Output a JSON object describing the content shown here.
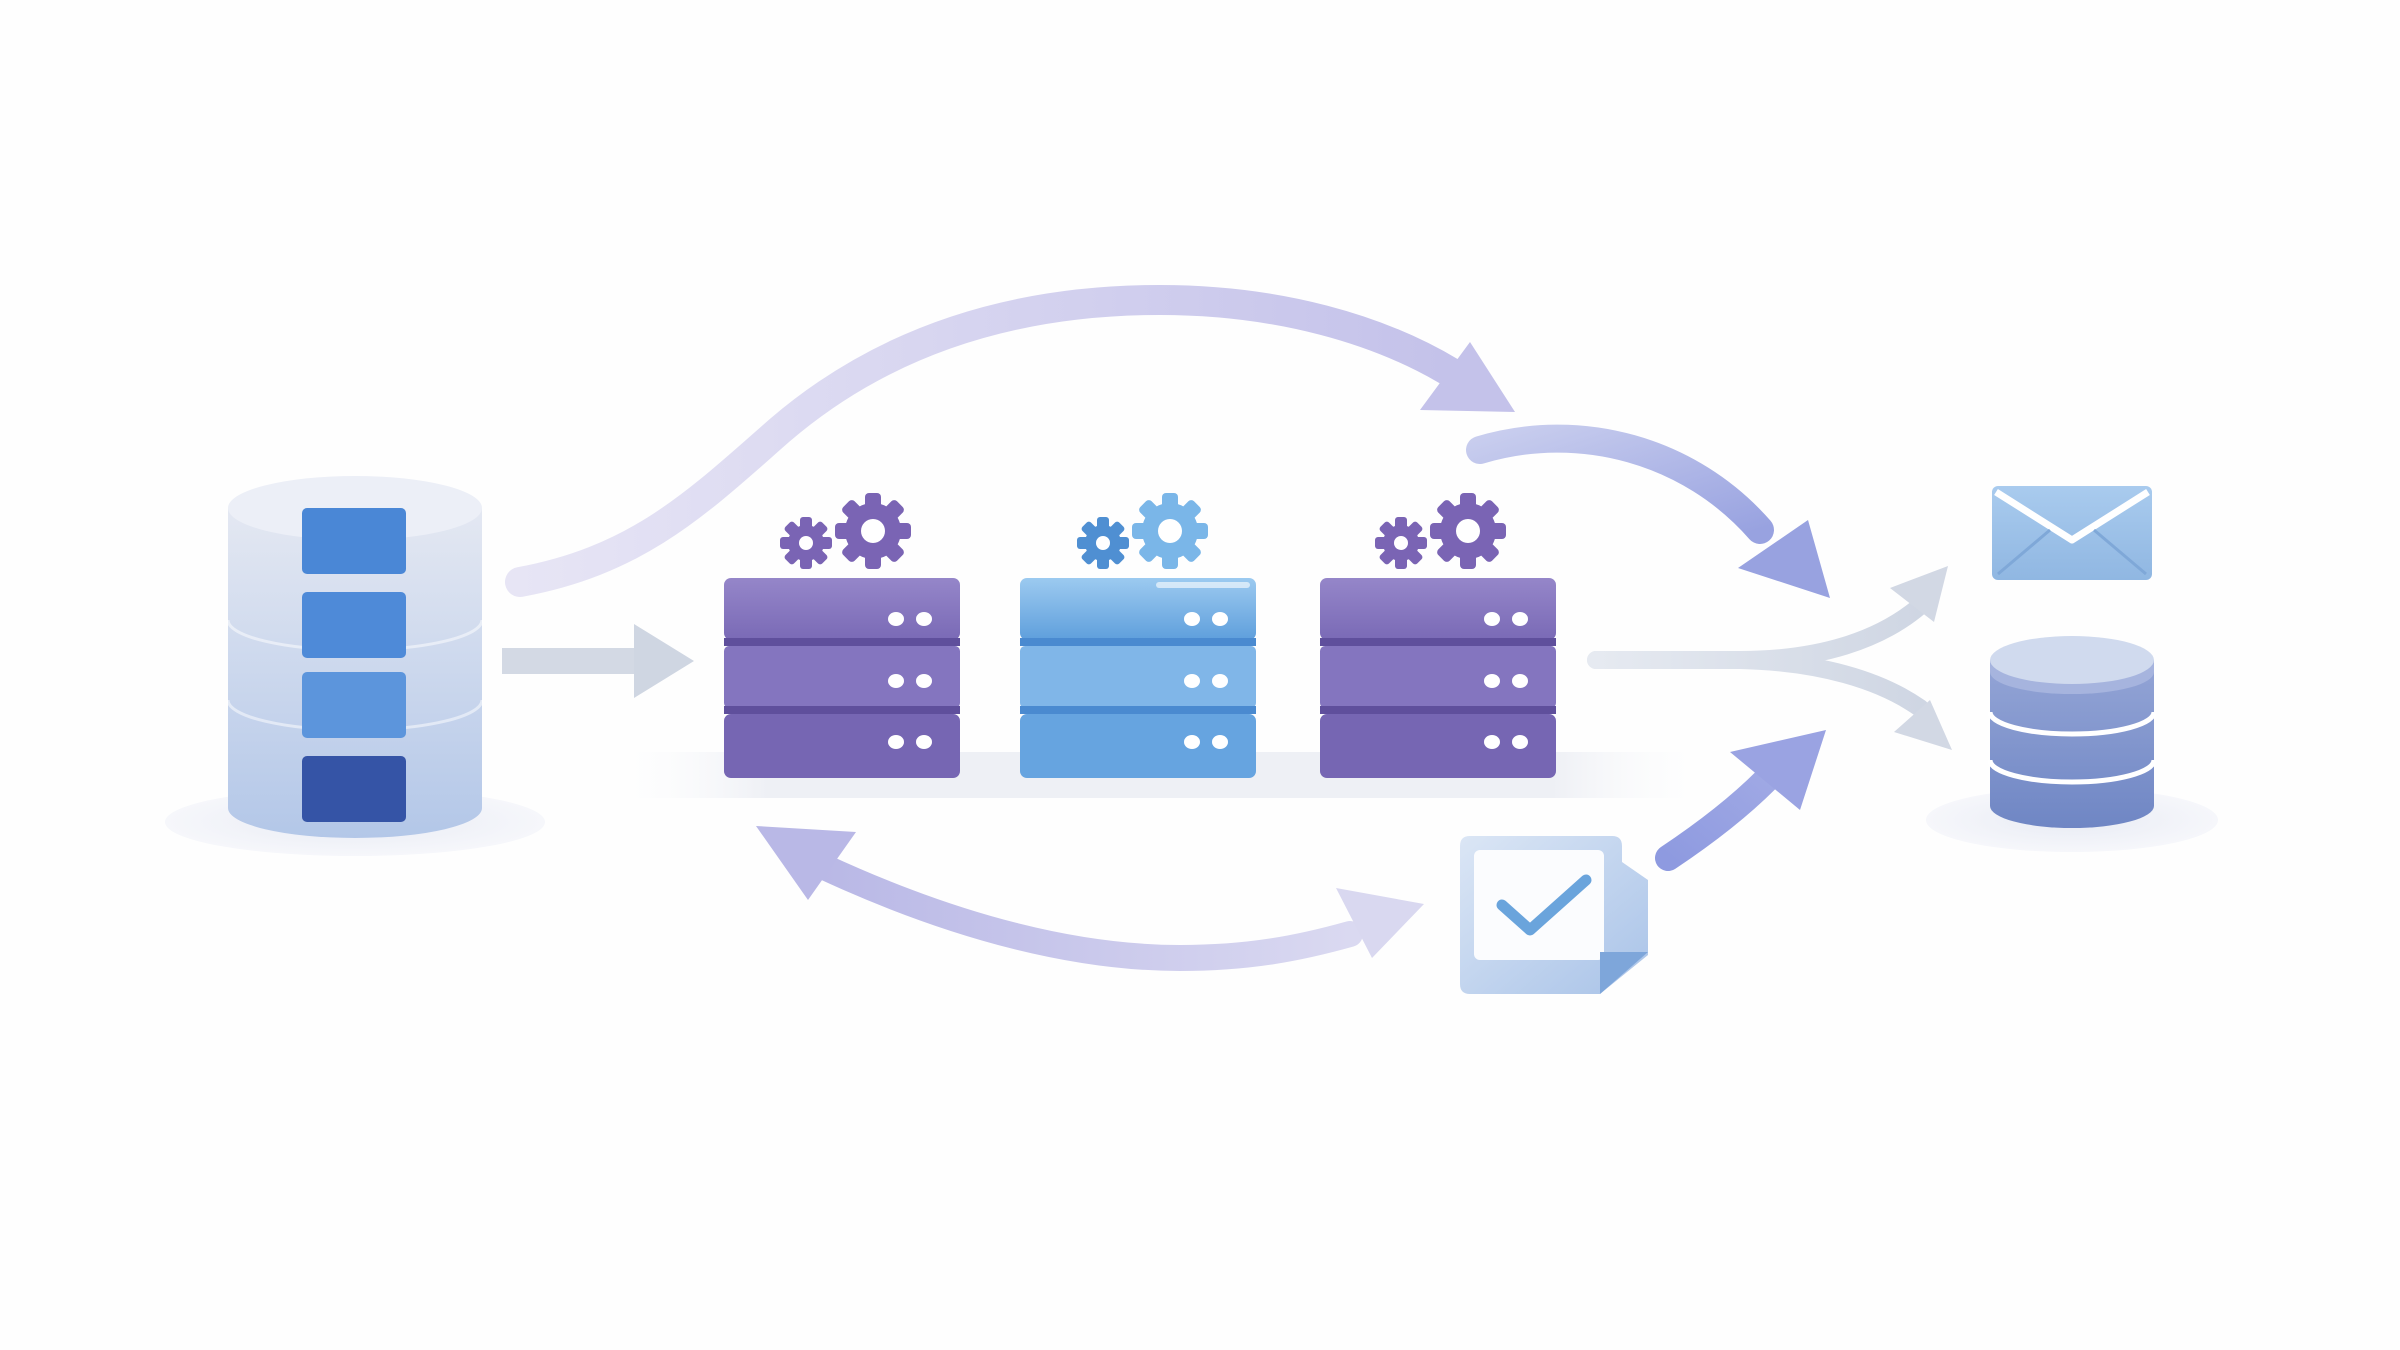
{
  "diagram": {
    "nodes": [
      {
        "id": "source-database",
        "icon": "layered-database-icon"
      },
      {
        "id": "processing-server-1",
        "icon": "server-rack-icon",
        "badge": "gears-icon"
      },
      {
        "id": "processing-server-2",
        "icon": "server-rack-icon",
        "badge": "gears-icon"
      },
      {
        "id": "processing-server-3",
        "icon": "server-rack-icon",
        "badge": "gears-icon"
      },
      {
        "id": "validation-document",
        "icon": "checkmark-document-icon"
      },
      {
        "id": "email-destination",
        "icon": "envelope-icon"
      },
      {
        "id": "database-destination",
        "icon": "database-cylinder-icon"
      }
    ],
    "edges": [
      {
        "from": "source-database",
        "to": "processing-server-1",
        "style": "straight"
      },
      {
        "from": "source-database",
        "to": "processing-server-3",
        "style": "arc-over"
      },
      {
        "from": "processing-server-3",
        "to": "email-destination",
        "style": "arc"
      },
      {
        "from": "processing-server-3",
        "to": "email-destination",
        "style": "split"
      },
      {
        "from": "processing-server-3",
        "to": "database-destination",
        "style": "split"
      },
      {
        "from": "validation-document",
        "to": "processing-server-1",
        "style": "arc-under-bidirectional"
      },
      {
        "from": "validation-document",
        "to": "email-destination",
        "style": "arc"
      }
    ]
  },
  "colors": {
    "background": "#fefefe",
    "purple_server": "#8a7cc0",
    "purple_server_dark": "#6f5fa8",
    "blue_server": "#7db3e6",
    "blue_server_dark": "#5a98d6",
    "gear_purple": "#7a64b4",
    "gear_blue": "#6aa9e0",
    "arrow_lavender": "#c3c3e8",
    "arrow_grey": "#d4dae4",
    "arrow_violet": "#9aa3e0",
    "db_light": "#d3dcee",
    "db_dark": "#7f92c6",
    "db_block_blue": "#4a87d6",
    "db_block_navy": "#3554a6",
    "envelope": "#9cc0e6"
  }
}
